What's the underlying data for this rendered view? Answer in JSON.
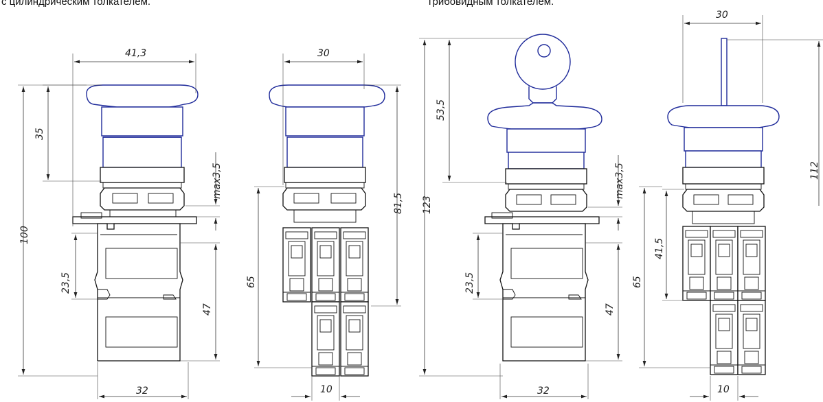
{
  "captions": {
    "left": "с цилиндрическим толкателем.",
    "right": "грибовидным толкателем."
  },
  "dimensions": {
    "d413": "41,3",
    "d30a": "30",
    "d30b": "30",
    "d35": "35",
    "d100": "100",
    "dmax35a": "max3,5",
    "dmax35b": "max3,5",
    "d235a": "23,5",
    "d235b": "23,5",
    "d47a": "47",
    "d47b": "47",
    "d32a": "32",
    "d32b": "32",
    "d815": "81,5",
    "d65a": "65",
    "d65b": "65",
    "d10a": "10",
    "d10b": "10",
    "d535": "53,5",
    "d123": "123",
    "d415": "41,5",
    "d112": "112"
  }
}
